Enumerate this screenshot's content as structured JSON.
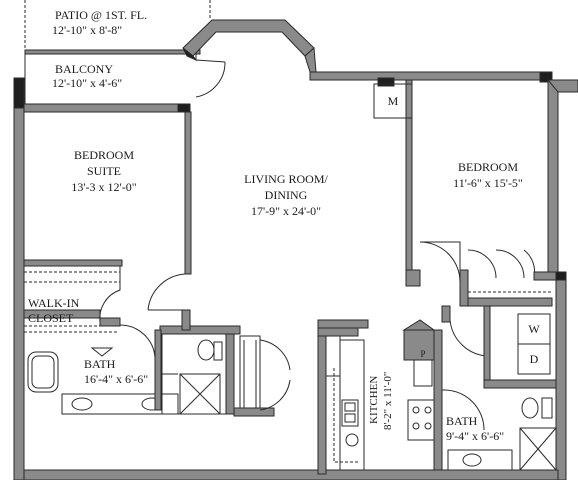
{
  "rooms": {
    "patio": {
      "name": "PATIO @ 1ST. FL.",
      "dims": "12'-10\" x 8'-8\""
    },
    "balcony": {
      "name": "BALCONY",
      "dims": "12'-10\" x 4'-6\""
    },
    "bedroom_suite": {
      "name_line1": "BEDROOM",
      "name_line2": "SUITE",
      "dims": "13'-3 x 12'-0\""
    },
    "living": {
      "name_line1": "LIVING ROOM/",
      "name_line2": "DINING",
      "dims": "17'-9\" x 24'-0\""
    },
    "bedroom": {
      "name": "BEDROOM",
      "dims": "11'-6\" x 15'-5\""
    },
    "walk_in": {
      "line1": "WALK-IN",
      "line2": "CLOSET"
    },
    "bath_main": {
      "name": "BATH",
      "dims": "16'-4\" x 6'-6\""
    },
    "kitchen": {
      "name": "KITCHEN",
      "dims": "8'-2\" x 11'-0\""
    },
    "bath_small": {
      "name": "BATH",
      "dims": "9'-4\" x 6'-6\""
    }
  },
  "fixtures": {
    "mechanical": "M",
    "washer": "W",
    "dryer": "D",
    "pantry": "P"
  },
  "colors": {
    "wall": "#8a8a8a",
    "wall_dark": "#1f1f1f",
    "line": "#2a2a2a"
  }
}
